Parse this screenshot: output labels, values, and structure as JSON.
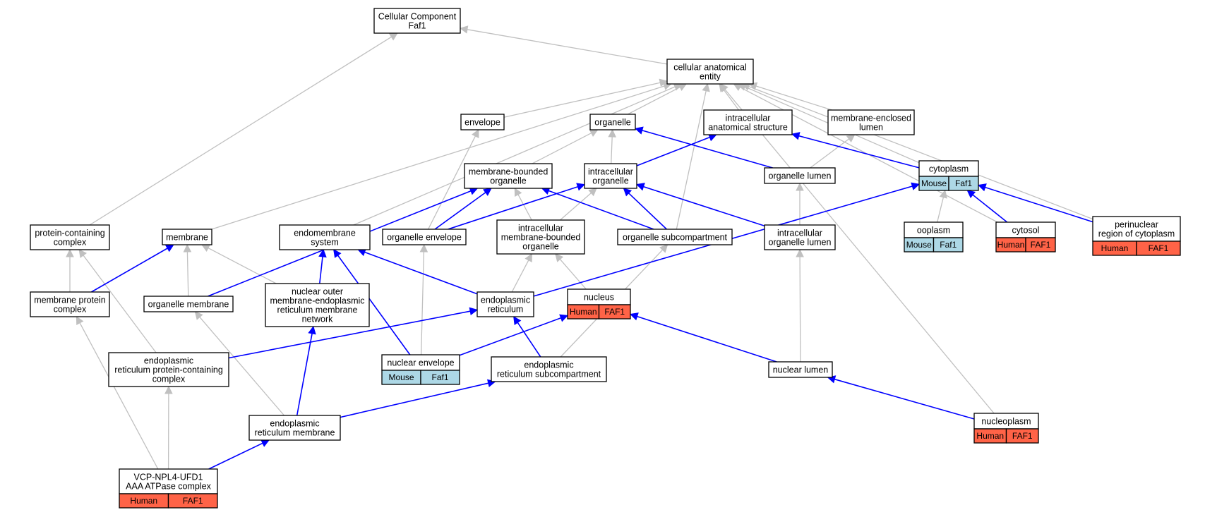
{
  "colors": {
    "human": "#ff6347",
    "mouse": "#add8e6",
    "is_a_edge": "#c0c0c0",
    "part_of_edge": "#0000ff"
  },
  "nodes": [
    {
      "id": "root",
      "lines": [
        "Cellular Component",
        "Faf1"
      ]
    },
    {
      "id": "cae",
      "lines": [
        "cellular anatomical",
        "entity"
      ]
    },
    {
      "id": "envelope",
      "lines": [
        "envelope"
      ]
    },
    {
      "id": "organelle",
      "lines": [
        "organelle"
      ]
    },
    {
      "id": "ias",
      "lines": [
        "intracellular",
        "anatomical structure"
      ]
    },
    {
      "id": "mel",
      "lines": [
        "membrane-enclosed",
        "lumen"
      ]
    },
    {
      "id": "mbo",
      "lines": [
        "membrane-bounded",
        "organelle"
      ]
    },
    {
      "id": "io",
      "lines": [
        "intracellular",
        "organelle"
      ]
    },
    {
      "id": "olumen",
      "lines": [
        "organelle lumen"
      ]
    },
    {
      "id": "cytoplasm",
      "lines": [
        "cytoplasm"
      ],
      "cells": [
        {
          "label": "Mouse",
          "species": "mouse"
        },
        {
          "label": "Faf1",
          "species": "mouse"
        }
      ]
    },
    {
      "id": "pcc",
      "lines": [
        "protein-containing",
        "complex"
      ]
    },
    {
      "id": "membrane",
      "lines": [
        "membrane"
      ]
    },
    {
      "id": "endo",
      "lines": [
        "endomembrane",
        "system"
      ]
    },
    {
      "id": "oenv",
      "lines": [
        "organelle envelope"
      ]
    },
    {
      "id": "imbo",
      "lines": [
        "intracellular",
        "membrane-bounded",
        "organelle"
      ]
    },
    {
      "id": "osub",
      "lines": [
        "organelle subcompartment"
      ]
    },
    {
      "id": "iol",
      "lines": [
        "intracellular",
        "organelle lumen"
      ]
    },
    {
      "id": "ooplasm",
      "lines": [
        "ooplasm"
      ],
      "cells": [
        {
          "label": "Mouse",
          "species": "mouse"
        },
        {
          "label": "Faf1",
          "species": "mouse"
        }
      ]
    },
    {
      "id": "cytosol",
      "lines": [
        "cytosol"
      ],
      "cells": [
        {
          "label": "Human",
          "species": "human"
        },
        {
          "label": "FAF1",
          "species": "human"
        }
      ]
    },
    {
      "id": "perinuc",
      "lines": [
        "perinuclear",
        "region of cytoplasm"
      ],
      "cells": [
        {
          "label": "Human",
          "species": "human"
        },
        {
          "label": "FAF1",
          "species": "human"
        }
      ]
    },
    {
      "id": "mpc",
      "lines": [
        "membrane protein",
        "complex"
      ]
    },
    {
      "id": "omem",
      "lines": [
        "organelle membrane"
      ]
    },
    {
      "id": "nomer",
      "lines": [
        "nuclear outer",
        "membrane-endoplasmic",
        "reticulum membrane",
        "network"
      ]
    },
    {
      "id": "er",
      "lines": [
        "endoplasmic",
        "reticulum"
      ]
    },
    {
      "id": "nucleus",
      "lines": [
        "nucleus"
      ],
      "cells": [
        {
          "label": "Human",
          "species": "human"
        },
        {
          "label": "FAF1",
          "species": "human"
        }
      ]
    },
    {
      "id": "erpcc",
      "lines": [
        "endoplasmic",
        "reticulum protein-containing",
        "complex"
      ]
    },
    {
      "id": "nenv",
      "lines": [
        "nuclear envelope"
      ],
      "cells": [
        {
          "label": "Mouse",
          "species": "mouse"
        },
        {
          "label": "Faf1",
          "species": "mouse"
        }
      ]
    },
    {
      "id": "ersub",
      "lines": [
        "endoplasmic",
        "reticulum subcompartment"
      ]
    },
    {
      "id": "nlumen",
      "lines": [
        "nuclear lumen"
      ]
    },
    {
      "id": "erm",
      "lines": [
        "endoplasmic",
        "reticulum membrane"
      ]
    },
    {
      "id": "nucleoplasm",
      "lines": [
        "nucleoplasm"
      ],
      "cells": [
        {
          "label": "Human",
          "species": "human"
        },
        {
          "label": "FAF1",
          "species": "human"
        }
      ]
    },
    {
      "id": "vcp",
      "lines": [
        "VCP-NPL4-UFD1",
        "AAA ATPase complex"
      ],
      "cells": [
        {
          "label": "Human",
          "species": "human"
        },
        {
          "label": "FAF1",
          "species": "human"
        }
      ]
    }
  ],
  "edges": [
    {
      "from": "cae",
      "to": "root",
      "type": "is_a"
    },
    {
      "from": "pcc",
      "to": "root",
      "type": "is_a"
    },
    {
      "from": "envelope",
      "to": "cae",
      "type": "is_a"
    },
    {
      "from": "organelle",
      "to": "cae",
      "type": "is_a"
    },
    {
      "from": "ias",
      "to": "cae",
      "type": "is_a"
    },
    {
      "from": "mel",
      "to": "cae",
      "type": "is_a"
    },
    {
      "from": "cytoplasm",
      "to": "cae",
      "type": "is_a"
    },
    {
      "from": "cytosol",
      "to": "cae",
      "type": "is_a"
    },
    {
      "from": "perinuc",
      "to": "cae",
      "type": "is_a"
    },
    {
      "from": "nucleoplasm",
      "to": "cae",
      "type": "is_a"
    },
    {
      "from": "membrane",
      "to": "cae",
      "type": "is_a"
    },
    {
      "from": "endo",
      "to": "cae",
      "type": "is_a"
    },
    {
      "from": "osub",
      "to": "cae",
      "type": "is_a"
    },
    {
      "from": "mbo",
      "to": "organelle",
      "type": "is_a"
    },
    {
      "from": "io",
      "to": "organelle",
      "type": "is_a"
    },
    {
      "from": "olumen",
      "to": "mel",
      "type": "is_a"
    },
    {
      "from": "oenv",
      "to": "envelope",
      "type": "is_a"
    },
    {
      "from": "imbo",
      "to": "mbo",
      "type": "is_a"
    },
    {
      "from": "imbo",
      "to": "io",
      "type": "is_a"
    },
    {
      "from": "iol",
      "to": "olumen",
      "type": "is_a"
    },
    {
      "from": "ooplasm",
      "to": "cytoplasm",
      "type": "is_a"
    },
    {
      "from": "mpc",
      "to": "pcc",
      "type": "is_a"
    },
    {
      "from": "omem",
      "to": "membrane",
      "type": "is_a"
    },
    {
      "from": "nomer",
      "to": "membrane",
      "type": "is_a"
    },
    {
      "from": "er",
      "to": "imbo",
      "type": "is_a"
    },
    {
      "from": "nucleus",
      "to": "imbo",
      "type": "is_a"
    },
    {
      "from": "erpcc",
      "to": "pcc",
      "type": "is_a"
    },
    {
      "from": "nenv",
      "to": "oenv",
      "type": "is_a"
    },
    {
      "from": "ersub",
      "to": "osub",
      "type": "is_a"
    },
    {
      "from": "nlumen",
      "to": "iol",
      "type": "is_a"
    },
    {
      "from": "erm",
      "to": "omem",
      "type": "is_a"
    },
    {
      "from": "vcp",
      "to": "erpcc",
      "type": "is_a"
    },
    {
      "from": "vcp",
      "to": "mpc",
      "type": "is_a"
    },
    {
      "from": "io",
      "to": "ias",
      "type": "part_of"
    },
    {
      "from": "cytoplasm",
      "to": "ias",
      "type": "part_of"
    },
    {
      "from": "olumen",
      "to": "organelle",
      "type": "part_of"
    },
    {
      "from": "oenv",
      "to": "mbo",
      "type": "part_of"
    },
    {
      "from": "oenv",
      "to": "io",
      "type": "part_of"
    },
    {
      "from": "osub",
      "to": "mbo",
      "type": "part_of"
    },
    {
      "from": "osub",
      "to": "io",
      "type": "part_of"
    },
    {
      "from": "iol",
      "to": "io",
      "type": "part_of"
    },
    {
      "from": "omem",
      "to": "mbo",
      "type": "part_of"
    },
    {
      "from": "mpc",
      "to": "membrane",
      "type": "part_of"
    },
    {
      "from": "nomer",
      "to": "endo",
      "type": "part_of"
    },
    {
      "from": "er",
      "to": "endo",
      "type": "part_of"
    },
    {
      "from": "nenv",
      "to": "endo",
      "type": "part_of"
    },
    {
      "from": "er",
      "to": "cytoplasm",
      "type": "part_of"
    },
    {
      "from": "cytosol",
      "to": "cytoplasm",
      "type": "part_of"
    },
    {
      "from": "perinuc",
      "to": "cytoplasm",
      "type": "part_of"
    },
    {
      "from": "nenv",
      "to": "nucleus",
      "type": "part_of"
    },
    {
      "from": "nlumen",
      "to": "nucleus",
      "type": "part_of"
    },
    {
      "from": "erpcc",
      "to": "er",
      "type": "part_of"
    },
    {
      "from": "ersub",
      "to": "er",
      "type": "part_of"
    },
    {
      "from": "erm",
      "to": "nomer",
      "type": "part_of"
    },
    {
      "from": "erm",
      "to": "ersub",
      "type": "part_of"
    },
    {
      "from": "nucleoplasm",
      "to": "nlumen",
      "type": "part_of"
    },
    {
      "from": "vcp",
      "to": "erm",
      "type": "part_of"
    }
  ]
}
